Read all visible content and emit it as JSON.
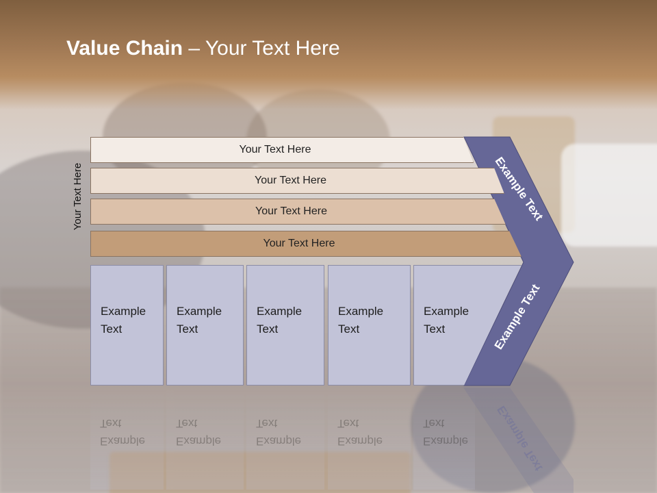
{
  "slide": {
    "title_bold": "Value Chain",
    "title_rest": " – Your Text Here",
    "vertical_label": "Your Text Here",
    "bands": [
      {
        "label": "Your Text Here"
      },
      {
        "label": "Your Text Here"
      },
      {
        "label": "Your Text Here"
      },
      {
        "label": "Your Text Here"
      }
    ],
    "boxes": [
      {
        "line1": "Example",
        "line2": "Text"
      },
      {
        "line1": "Example",
        "line2": "Text"
      },
      {
        "line1": "Example",
        "line2": "Text"
      },
      {
        "line1": "Example",
        "line2": "Text"
      },
      {
        "line1": "Example",
        "line2": "Text"
      }
    ],
    "chevron_top_label": "Example Text",
    "chevron_bottom_label": "Example Text"
  },
  "colors": {
    "chevron_fill": "#666797",
    "box_fill": "#c2c3d8",
    "band_colors": [
      "#f3ece6",
      "#ecded2",
      "#dcc1aa",
      "#c29d79"
    ]
  }
}
